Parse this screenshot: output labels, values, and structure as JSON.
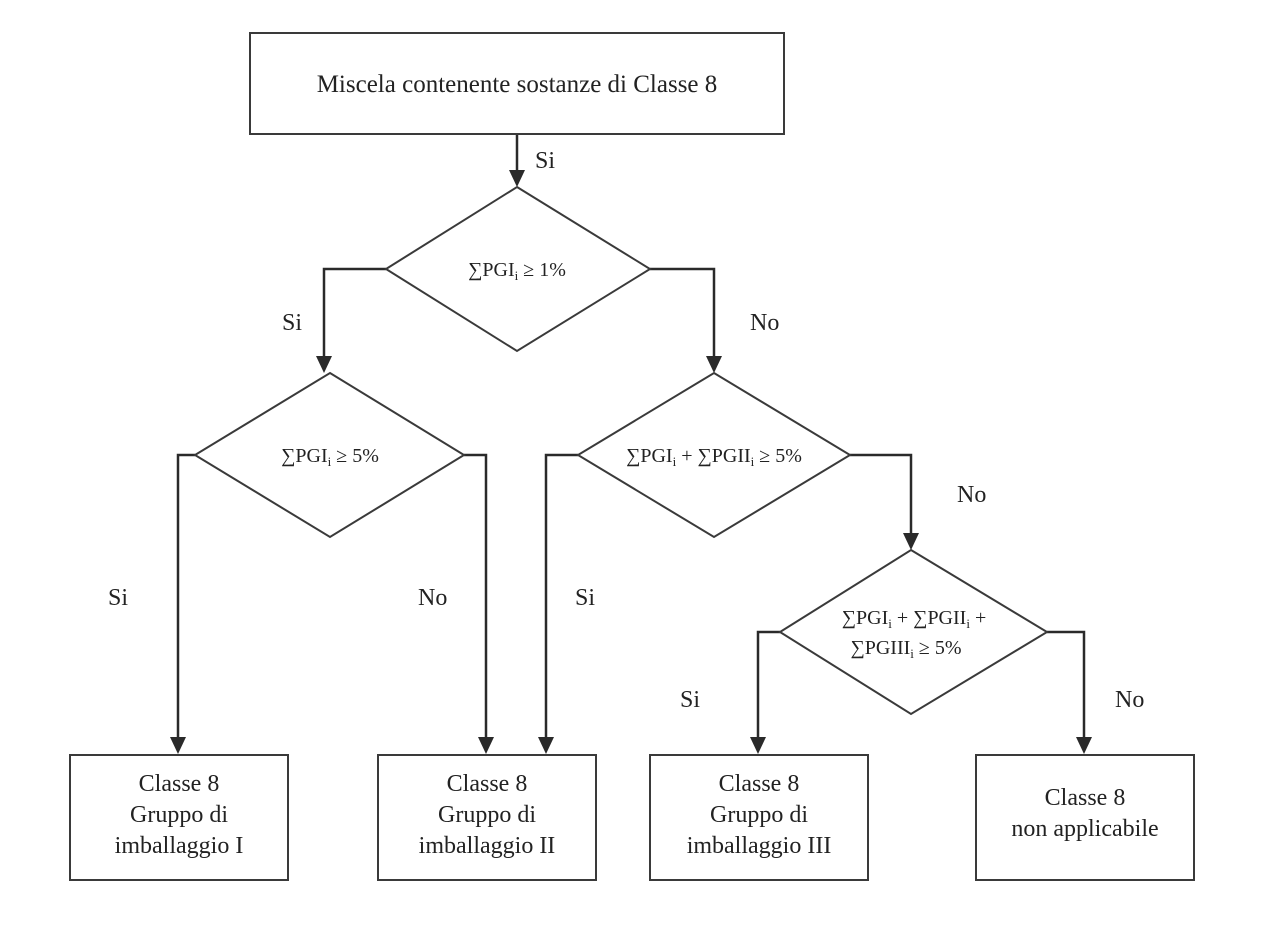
{
  "diagram": {
    "start": "Miscela contenente sostanze di Classe 8",
    "edge_start": "Si",
    "decision1": {
      "sigma": "∑",
      "term": "PGI",
      "sub": "i",
      "rest": " ≥ 1%"
    },
    "decision2": {
      "sigma": "∑",
      "term": "PGI",
      "sub": "i",
      "rest": " ≥ 5%"
    },
    "decision3": {
      "s1": "∑",
      "t1": "PGI",
      "sub1": "i",
      "plus": " + ",
      "s2": "∑",
      "t2": "PGII",
      "sub2": "i",
      "rest": " ≥ 5%"
    },
    "decision4": {
      "s1": "∑",
      "t1": "PGI",
      "sub1": "i",
      "plus1": " + ",
      "s2": "∑",
      "t2": "PGII",
      "sub2": "i",
      "plus2": " +",
      "s3": "∑",
      "t3": "PGIII",
      "sub3": "i",
      "rest": " ≥ 5%"
    },
    "edges": {
      "d1_yes": "Si",
      "d1_no": "No",
      "d2_yes": "Si",
      "d2_no": "No",
      "d3_yes": "Si",
      "d3_no": "No",
      "d4_yes": "Si",
      "d4_no": "No"
    },
    "results": {
      "r1": [
        "Classe 8",
        "Gruppo di",
        "imballaggio I"
      ],
      "r2": [
        "Classe 8",
        "Gruppo di",
        "imballaggio II"
      ],
      "r3": [
        "Classe 8",
        "Gruppo di",
        "imballaggio III"
      ],
      "r4": [
        "Classe 8",
        "non applicabile"
      ]
    }
  }
}
